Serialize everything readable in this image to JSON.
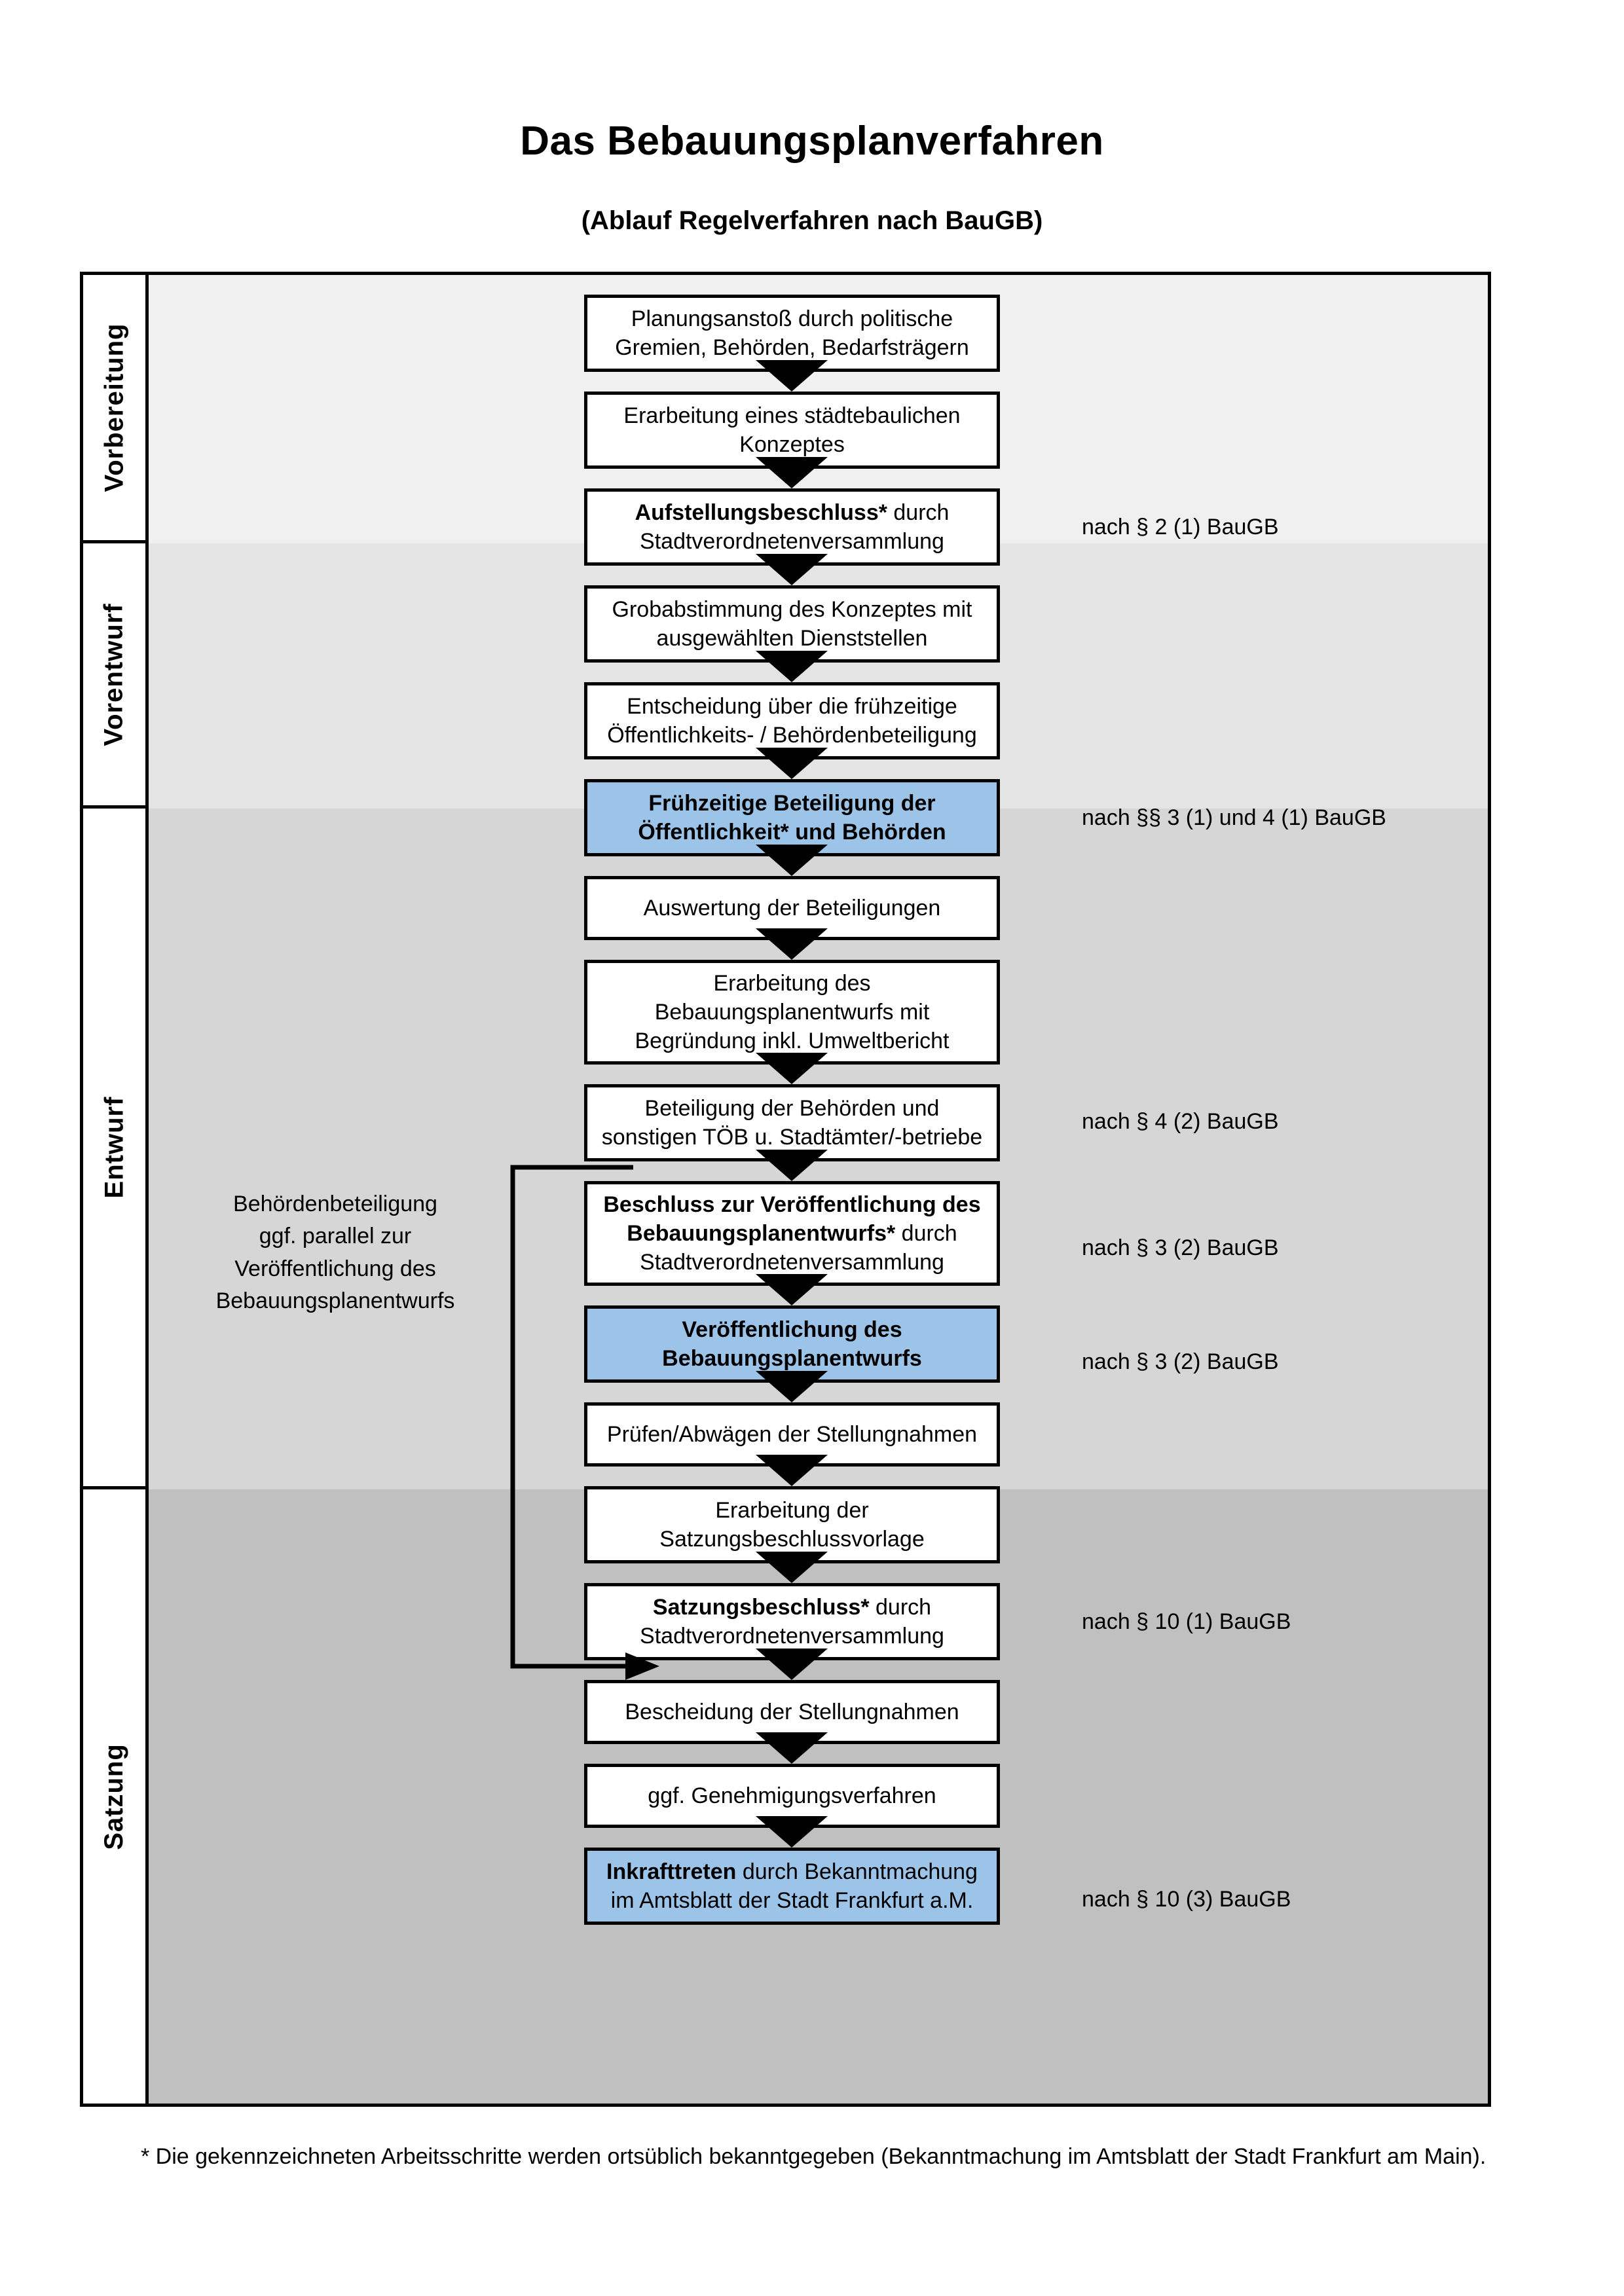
{
  "document": {
    "title": "Das Bebauungsplanverfahren",
    "subtitle": "(Ablauf Regelverfahren nach BauGB)",
    "footnote": "* Die gekennzeichneten Arbeitsschritte werden ortsüblich bekanntgegeben (Bekanntmachung im Amtsblatt  der Stadt Frankfurt am Main)."
  },
  "colors": {
    "highlight_blue": "#9CC3E8",
    "band_vorbereitung": "#F0F0F0",
    "band_vorentwurf": "#E4E4E4",
    "band_entwurf": "#D6D6D6",
    "band_satzung": "#C0C0C0",
    "border": "#000000",
    "page_background": "#FFFFFF"
  },
  "phases": [
    {
      "id": "vorbereitung",
      "label": "Vorbereitung",
      "background": "#F0F0F0"
    },
    {
      "id": "vorentwurf",
      "label": "Vorentwurf",
      "background": "#E4E4E4"
    },
    {
      "id": "entwurf",
      "label": "Entwurf",
      "background": "#D6D6D6"
    },
    {
      "id": "satzung",
      "label": "Satzung",
      "background": "#C0C0C0"
    }
  ],
  "steps": [
    {
      "n": 1,
      "phase": "vorbereitung",
      "highlighted": false,
      "lines": [
        {
          "text": "Planungsanstoß durch politische",
          "bold": false
        }
      ],
      "lines2": [
        {
          "text": "Gremien, Behörden, Bedarfsträgern",
          "bold": false
        }
      ],
      "plain": "Planungsanstoß durch politische Gremien, Behörden, Bedarfsträgern"
    },
    {
      "n": 2,
      "phase": "vorbereitung",
      "highlighted": false,
      "plain": "Erarbeitung eines städtebaulichen Konzeptes"
    },
    {
      "n": 3,
      "phase": "vorbereitung",
      "highlighted": false,
      "plain": "Aufstellungsbeschluss* durch Stadtverordnetenversammlung",
      "bold_prefix": "Aufstellungsbeschluss*",
      "rest": " durch Stadtverordnetenversammlung"
    },
    {
      "n": 4,
      "phase": "vorentwurf",
      "highlighted": false,
      "plain": "Grobabstimmung des Konzeptes mit ausgewählten Dienststellen"
    },
    {
      "n": 5,
      "phase": "vorentwurf",
      "highlighted": false,
      "plain": "Entscheidung über die frühzeitige Öffentlichkeits- / Behördenbeteiligung"
    },
    {
      "n": 6,
      "phase": "vorentwurf",
      "highlighted": true,
      "plain": "Frühzeitige Beteiligung der Öffentlichkeit* und Behörden",
      "all_bold": true
    },
    {
      "n": 7,
      "phase": "entwurf",
      "highlighted": false,
      "plain": "Auswertung der Beteiligungen"
    },
    {
      "n": 8,
      "phase": "entwurf",
      "highlighted": false,
      "plain": "Erarbeitung des Bebauungsplanentwurfs mit Begründung inkl. Umweltbericht"
    },
    {
      "n": 9,
      "phase": "entwurf",
      "highlighted": false,
      "plain": "Beteiligung der Behörden und sonstigen TÖB u. Stadtämter/-betriebe"
    },
    {
      "n": 10,
      "phase": "entwurf",
      "highlighted": false,
      "plain": "Beschluss zur Veröffentlichung des Bebauungsplanentwurfs* durch Stadtverordnetenversammlung",
      "bold_prefix": "Beschluss zur Veröffentlichung des Bebauungsplanentwurfs*",
      "rest": " durch Stadtverordnetenversammlung"
    },
    {
      "n": 11,
      "phase": "entwurf",
      "highlighted": true,
      "plain": "Veröffentlichung des Bebauungsplanentwurfs",
      "all_bold": true
    },
    {
      "n": 12,
      "phase": "satzung",
      "highlighted": false,
      "plain": "Prüfen/Abwägen der Stellungnahmen"
    },
    {
      "n": 13,
      "phase": "satzung",
      "highlighted": false,
      "plain": "Erarbeitung der Satzungsbeschlussvorlage"
    },
    {
      "n": 14,
      "phase": "satzung",
      "highlighted": false,
      "plain": "Satzungsbeschluss* durch Stadtverordnetenversammlung",
      "bold_prefix": "Satzungsbeschluss*",
      "rest": " durch Stadtverordnetenversammlung"
    },
    {
      "n": 15,
      "phase": "satzung",
      "highlighted": false,
      "plain": "Bescheidung der Stellungnahmen"
    },
    {
      "n": 16,
      "phase": "satzung",
      "highlighted": false,
      "plain": "ggf. Genehmigungsverfahren"
    },
    {
      "n": 17,
      "phase": "satzung",
      "highlighted": true,
      "plain": "Inkrafttreten durch Bekanntmachung im Amtsblatt der Stadt Frankfurt a.M.",
      "bold_prefix": "Inkrafttreten",
      "rest": " durch Bekanntmachung im Amtsblatt der Stadt Frankfurt a.M."
    }
  ],
  "step_text": {
    "s1_l1": "Planungsanstoß durch politische",
    "s1_l2": "Gremien, Behörden, Bedarfsträgern",
    "s2_l1": "Erarbeitung eines städtebaulichen",
    "s2_l2": "Konzeptes",
    "s3_bold": "Aufstellungsbeschluss*",
    "s3_rest": " durch",
    "s3_l2": "Stadtverordnetenversammlung",
    "s4_l1": "Grobabstimmung des Konzeptes mit",
    "s4_l2": "ausgewählten Dienststellen",
    "s5_l1": "Entscheidung über die frühzeitige",
    "s5_l2": "Öffentlichkeits- / Behördenbeteiligung",
    "s6_l1": "Frühzeitige Beteiligung der",
    "s6_l2": "Öffentlichkeit* und Behörden",
    "s7_l1": "Auswertung der Beteiligungen",
    "s8_l1": "Erarbeitung des",
    "s8_l2": "Bebauungsplanentwurfs mit",
    "s8_l3": "Begründung inkl. Umweltbericht",
    "s9_l1": "Beteiligung der Behörden und",
    "s9_l2": "sonstigen TÖB u. Stadtämter/-betriebe",
    "s10_bold1": "Beschluss zur Veröffentlichung des",
    "s10_bold2": "Bebauungsplanentwurfs*",
    "s10_rest": " durch",
    "s10_l3": "Stadtverordnetenversammlung",
    "s11_l1": "Veröffentlichung des",
    "s11_l2": "Bebauungsplanentwurfs",
    "s12_l1": "Prüfen/Abwägen der Stellungnahmen",
    "s13_l1": "Erarbeitung der",
    "s13_l2": "Satzungsbeschlussvorlage",
    "s14_bold": "Satzungsbeschluss*",
    "s14_rest": " durch",
    "s14_l2": "Stadtverordnetenversammlung",
    "s15_l1": "Bescheidung der Stellungnahmen",
    "s16_l1": "ggf. Genehmigungsverfahren",
    "s17_bold": "Inkrafttreten",
    "s17_rest": " durch Bekanntmachung",
    "s17_l2": "im Amtsblatt der Stadt Frankfurt a.M."
  },
  "legal_references": [
    {
      "id": "ref1",
      "text": "nach § 2 (1) BauGB",
      "for_step": 3
    },
    {
      "id": "ref2",
      "text": "nach §§ 3 (1) und 4 (1) BauGB",
      "for_step": 6
    },
    {
      "id": "ref3",
      "text": "nach § 4 (2) BauGB",
      "for_step": 9
    },
    {
      "id": "ref4",
      "text": "nach § 3 (2) BauGB",
      "for_step": 10
    },
    {
      "id": "ref5",
      "text": "nach § 3 (2) BauGB",
      "for_step": 11
    },
    {
      "id": "ref6",
      "text": "nach § 10 (1) BauGB",
      "for_step": 14
    },
    {
      "id": "ref7",
      "text": "nach § 10 (3) BauGB",
      "for_step": 17
    }
  ],
  "side_note": {
    "l1": "Behördenbeteiligung",
    "l2": "ggf. parallel zur",
    "l3": "Veröffentlichung des",
    "l4": "Bebauungsplanentwurfs",
    "plain": "Behördenbeteiligung ggf. parallel zur Veröffentlichung des Bebauungsplanentwurfs"
  }
}
